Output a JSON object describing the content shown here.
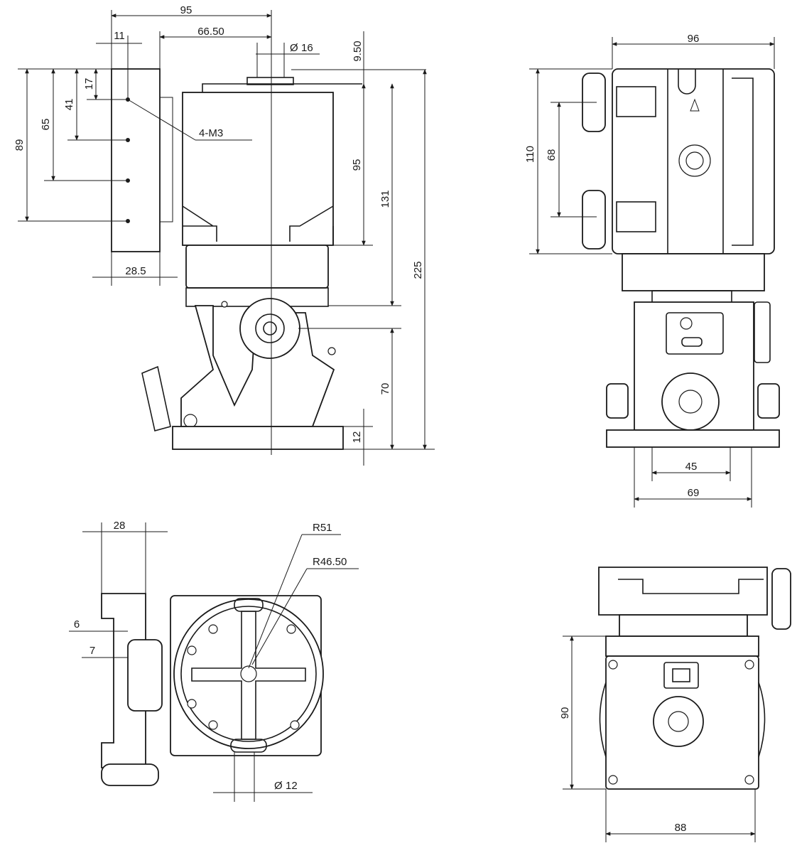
{
  "views": {
    "side_view": {
      "dim_95_top": "95",
      "dim_11": "11",
      "dim_66_50": "66.50",
      "dim_dia16": "16",
      "dim_9_50": "9.50",
      "dim_89": "89",
      "dim_65": "65",
      "dim_41": "41",
      "dim_17": "17",
      "note_4m3": "4-M3",
      "dim_95_right": "95",
      "dim_131": "131",
      "dim_225": "225",
      "dim_28_5": "28.5",
      "dim_70": "70",
      "dim_12": "12"
    },
    "front_view": {
      "dim_96": "96",
      "dim_110": "110",
      "dim_68": "68",
      "dim_45": "45",
      "dim_69": "69"
    },
    "top_view": {
      "dim_28": "28",
      "dim_6": "6",
      "dim_7": "7",
      "note_r51": "R51",
      "note_r46_50": "R46.50",
      "dim_dia12": "12"
    },
    "bottom_view": {
      "dim_90": "90",
      "dim_88": "88"
    }
  },
  "symbols": {
    "diameter": "Ø"
  }
}
